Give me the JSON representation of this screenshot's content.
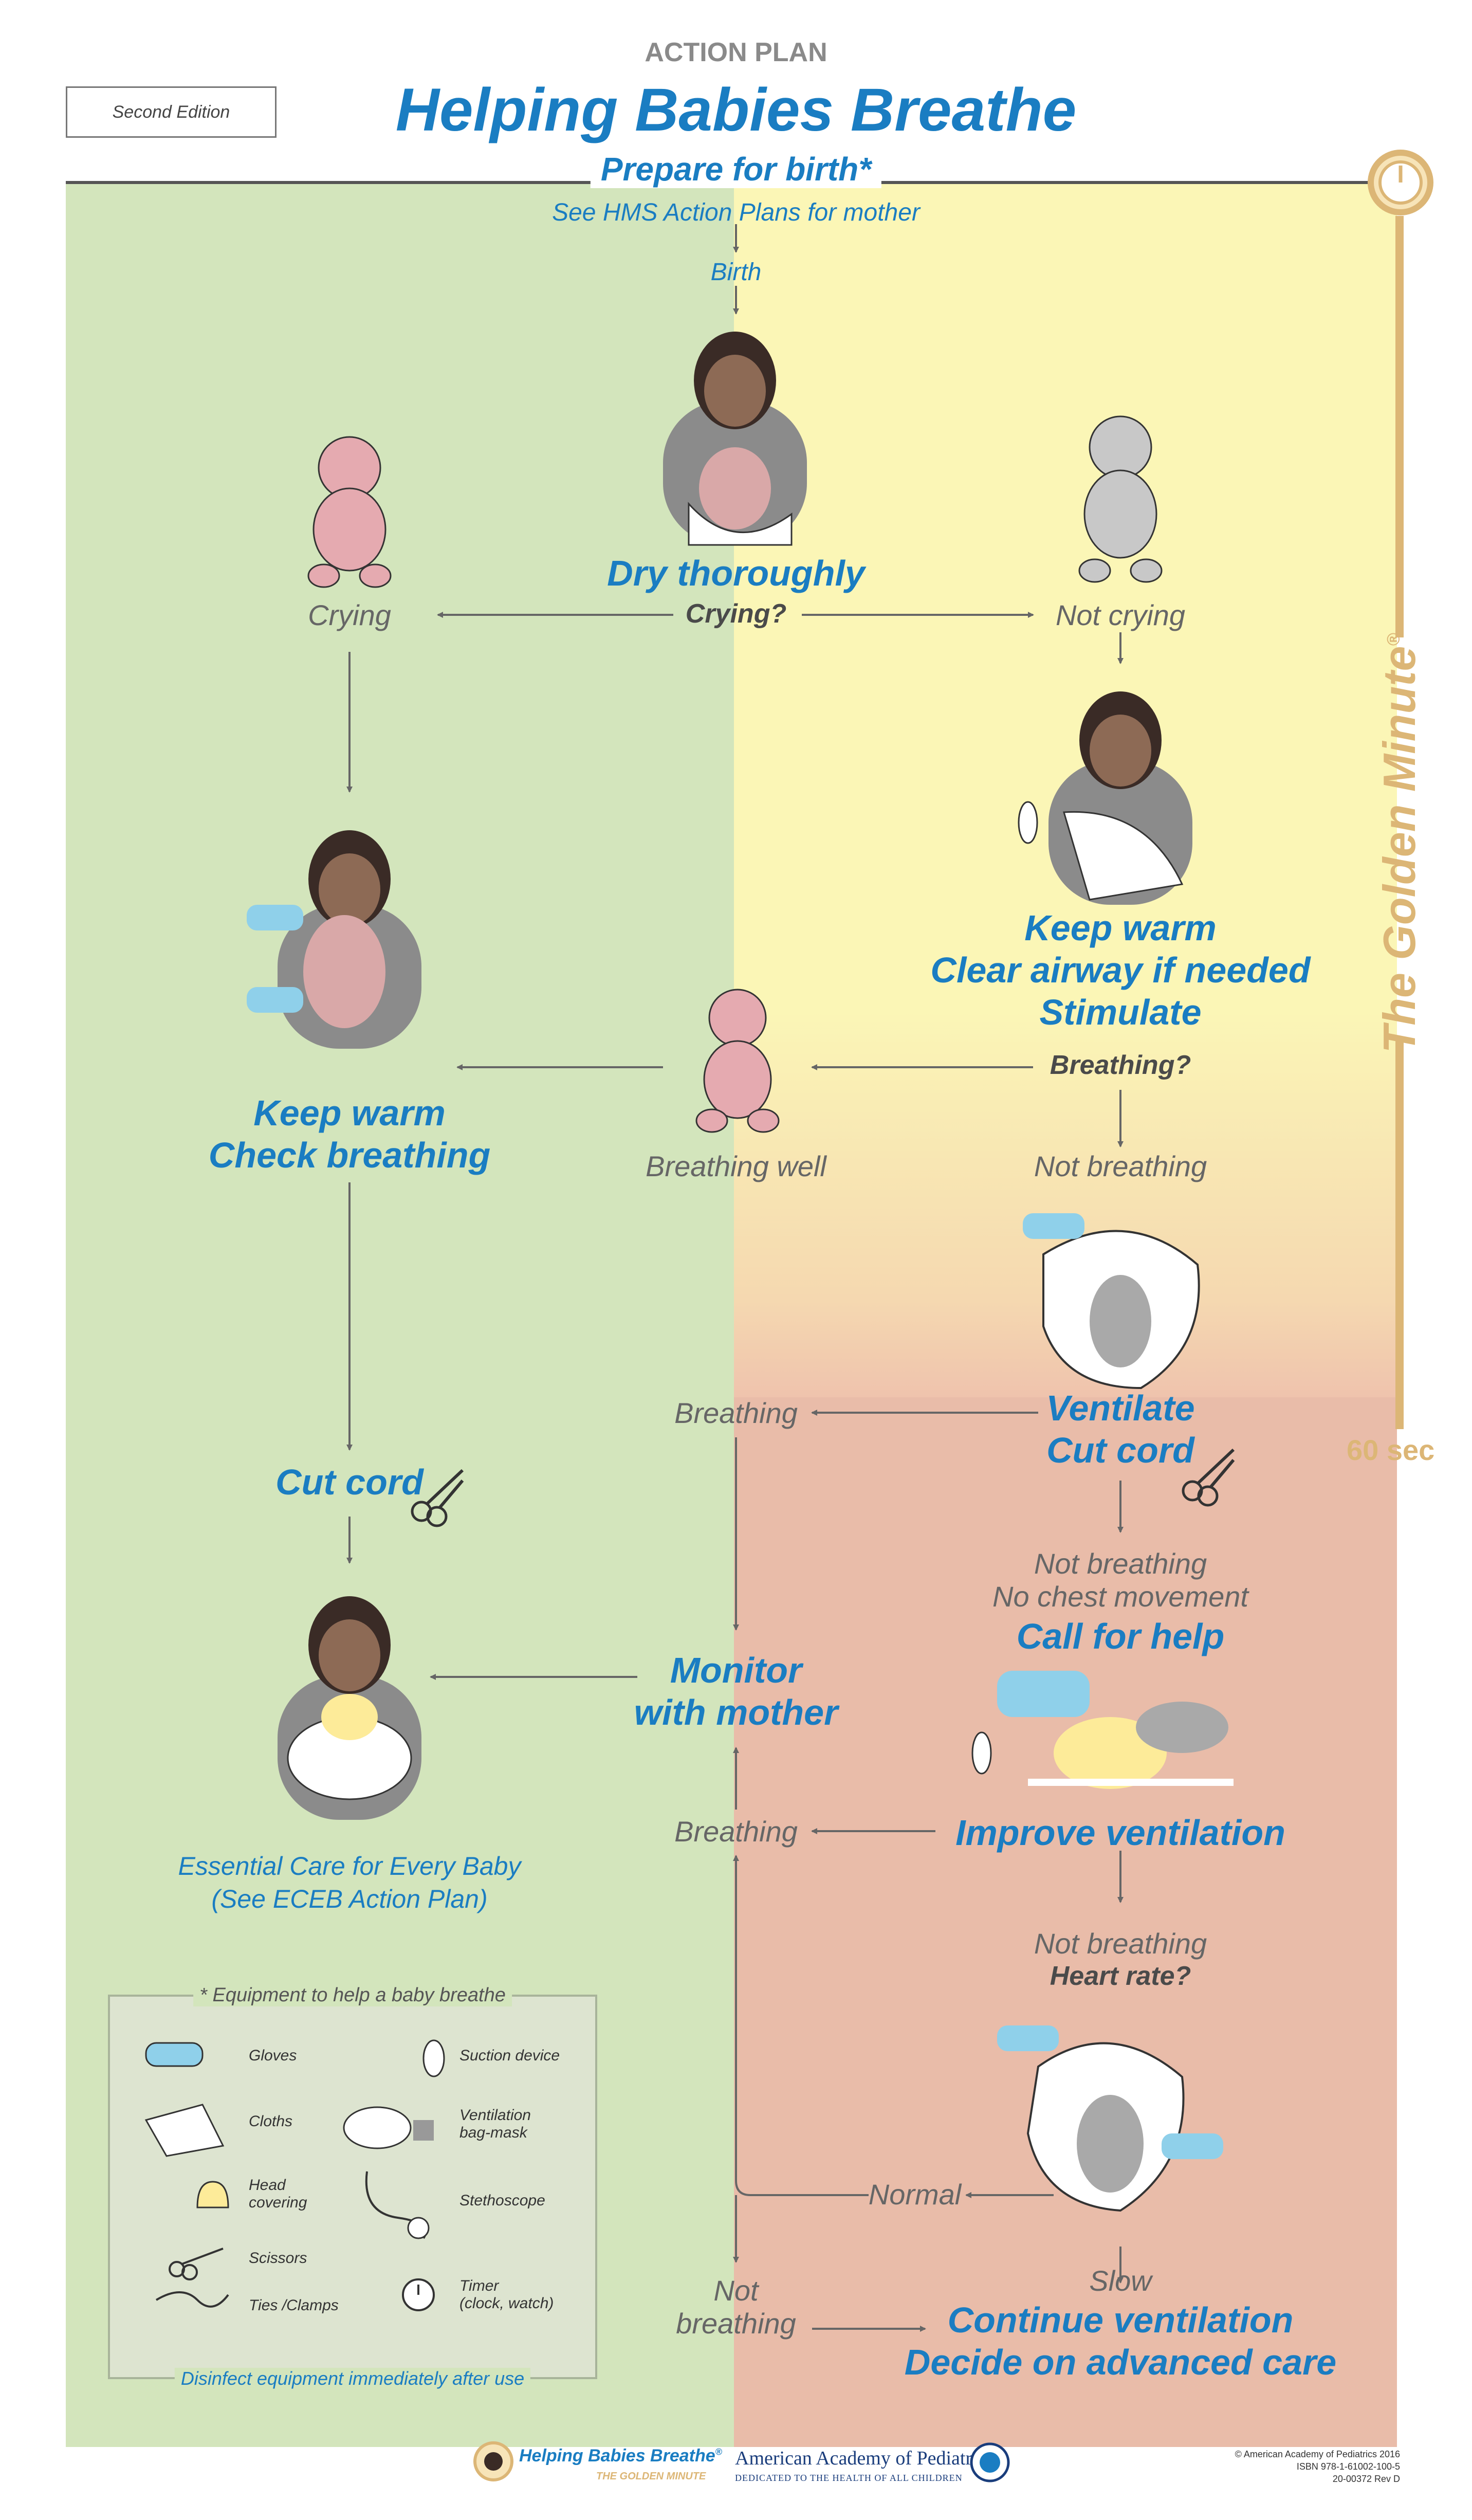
{
  "header": {
    "action_plan": "ACTION PLAN",
    "title": "Helping Babies Breathe",
    "edition": "Second Edition",
    "prepare": "Prepare for birth*",
    "see_hms": "See HMS Action Plans for mother",
    "birth": "Birth"
  },
  "golden_minute": {
    "label": "The Golden Minute",
    "reg": "®",
    "sec": "60 sec"
  },
  "flow": {
    "dry": "Dry thoroughly",
    "crying_q": "Crying?",
    "crying": "Crying",
    "not_crying": "Not crying",
    "keep_warm_clear": [
      "Keep warm",
      "Clear airway if needed",
      "Stimulate"
    ],
    "breathing_q": "Breathing?",
    "keep_warm_check": [
      "Keep warm",
      "Check breathing"
    ],
    "breathing_well": "Breathing well",
    "not_breathing_1": "Not breathing",
    "ventilate": [
      "Ventilate",
      "Cut cord"
    ],
    "breathing_1": "Breathing",
    "cut_cord": "Cut cord",
    "not_breathing_no_chest": [
      "Not breathing",
      "No chest movement"
    ],
    "call_help": "Call for help",
    "monitor": [
      "Monitor",
      "with mother"
    ],
    "improve": "Improve ventilation",
    "breathing_2": "Breathing",
    "essential": [
      "Essential Care for Every Baby",
      "(See ECEB Action Plan)"
    ],
    "not_breathing_hr": "Not breathing",
    "heart_rate_q": "Heart rate?",
    "normal": "Normal",
    "slow": "Slow",
    "not_breathing_final": [
      "Not",
      "breathing"
    ],
    "continue": [
      "Continue ventilation",
      "Decide on advanced care"
    ]
  },
  "equipment": {
    "title": "* Equipment to help a baby breathe",
    "items": {
      "gloves": "Gloves",
      "suction": "Suction device",
      "cloths": "Cloths",
      "bag_mask": [
        "Ventilation",
        "bag-mask"
      ],
      "head": [
        "Head",
        "covering"
      ],
      "stethoscope": "Stethoscope",
      "scissors": "Scissors",
      "ties": "Ties /Clamps",
      "timer": [
        "Timer",
        "(clock, watch)"
      ]
    },
    "footer": "Disinfect equipment immediately after use"
  },
  "footer": {
    "hbb": "Helping Babies Breathe",
    "hbb_reg": "®",
    "hbb_sub": "THE GOLDEN MINUTE",
    "aap": "American Academy of Pediatrics",
    "aap_sub": "DEDICATED TO THE HEALTH OF ALL CHILDREN",
    "copyright": "© American Academy of Pediatrics 2016",
    "isbn": "ISBN 978-1-61002-100-5",
    "code": "20-00372 Rev D"
  },
  "colors": {
    "green": "#d3e5bc",
    "yellow": "#fbf6b6",
    "peach": "#e9bca9",
    "blue": "#1a7dc2",
    "gold": "#dcb676"
  }
}
